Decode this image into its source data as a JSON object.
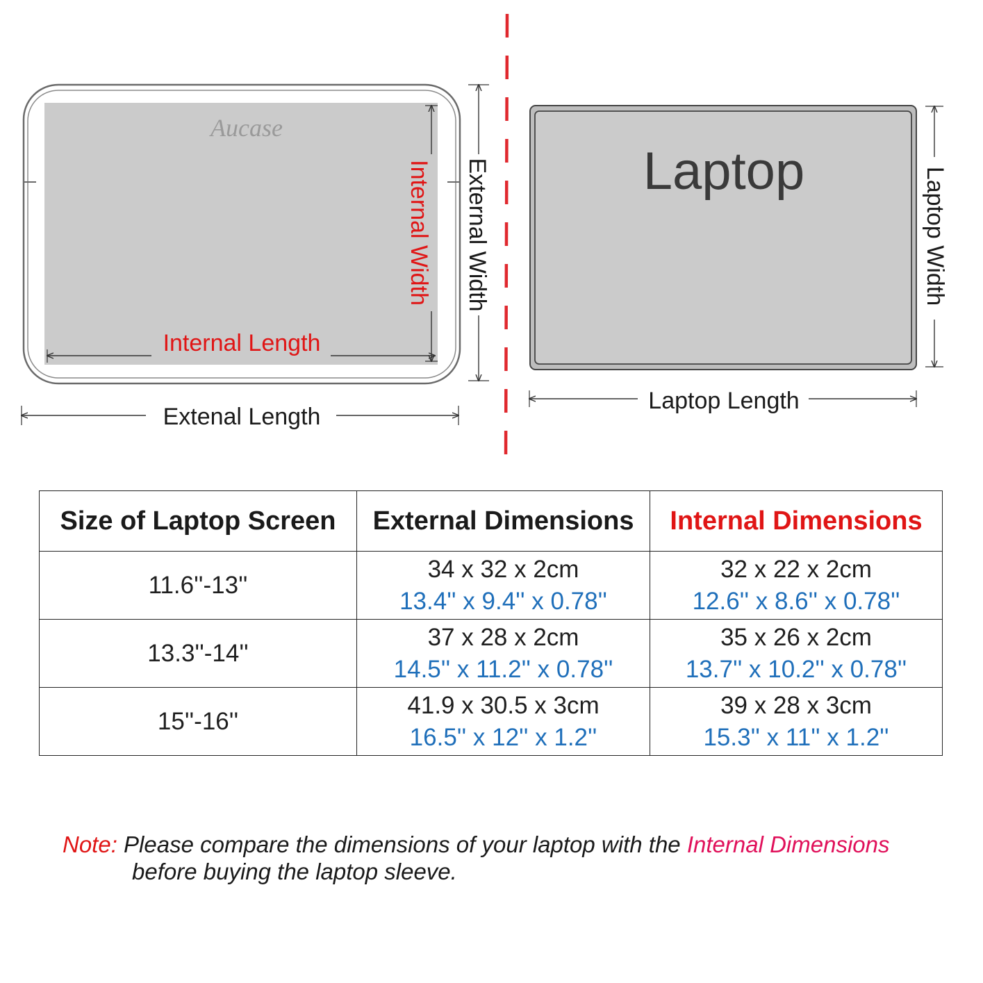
{
  "diagram": {
    "brand": "Aucase",
    "sleeve_labels": {
      "internal_width": "Internal Width",
      "internal_length": "Internal Length",
      "external_width": "External Width",
      "external_length": "Extenal Length"
    },
    "laptop_labels": {
      "title": "Laptop",
      "width": "Laptop Width",
      "length": "Laptop Length"
    },
    "colors": {
      "divider": "#e0282e",
      "internal_label": "#e01515",
      "panel_fill": "#cbcbcb",
      "outline": "#666666"
    }
  },
  "table": {
    "headers": [
      "Size of Laptop Screen",
      "External Dimensions",
      "Internal Dimensions"
    ],
    "header_colors": [
      "#1a1a1a",
      "#1a1a1a",
      "#e01515"
    ],
    "imperial_color": "#1f6fba",
    "rows": [
      {
        "size": "11.6''-13''",
        "external": {
          "metric": "34 x 32 x 2cm",
          "imperial": "13.4'' x 9.4'' x 0.78''"
        },
        "internal": {
          "metric": "32 x 22 x 2cm",
          "imperial": "12.6'' x 8.6'' x 0.78''"
        }
      },
      {
        "size": "13.3''-14''",
        "external": {
          "metric": "37 x 28 x 2cm",
          "imperial": "14.5'' x 11.2'' x 0.78''"
        },
        "internal": {
          "metric": "35 x 26 x 2cm",
          "imperial": "13.7'' x 10.2'' x 0.78''"
        }
      },
      {
        "size": "15''-16''",
        "external": {
          "metric": "41.9 x 30.5 x 3cm",
          "imperial": "16.5'' x 12'' x 1.2''"
        },
        "internal": {
          "metric": "39 x 28 x 3cm",
          "imperial": "15.3'' x 11'' x 1.2''"
        }
      }
    ]
  },
  "note": {
    "prefix": "Note:",
    "text": " Please compare the dimensions of your laptop with the ",
    "highlight": "Internal Dimensions",
    "line2": "before buying the laptop sleeve.",
    "prefix_color": "#e01515",
    "highlight_color": "#e0105a"
  }
}
